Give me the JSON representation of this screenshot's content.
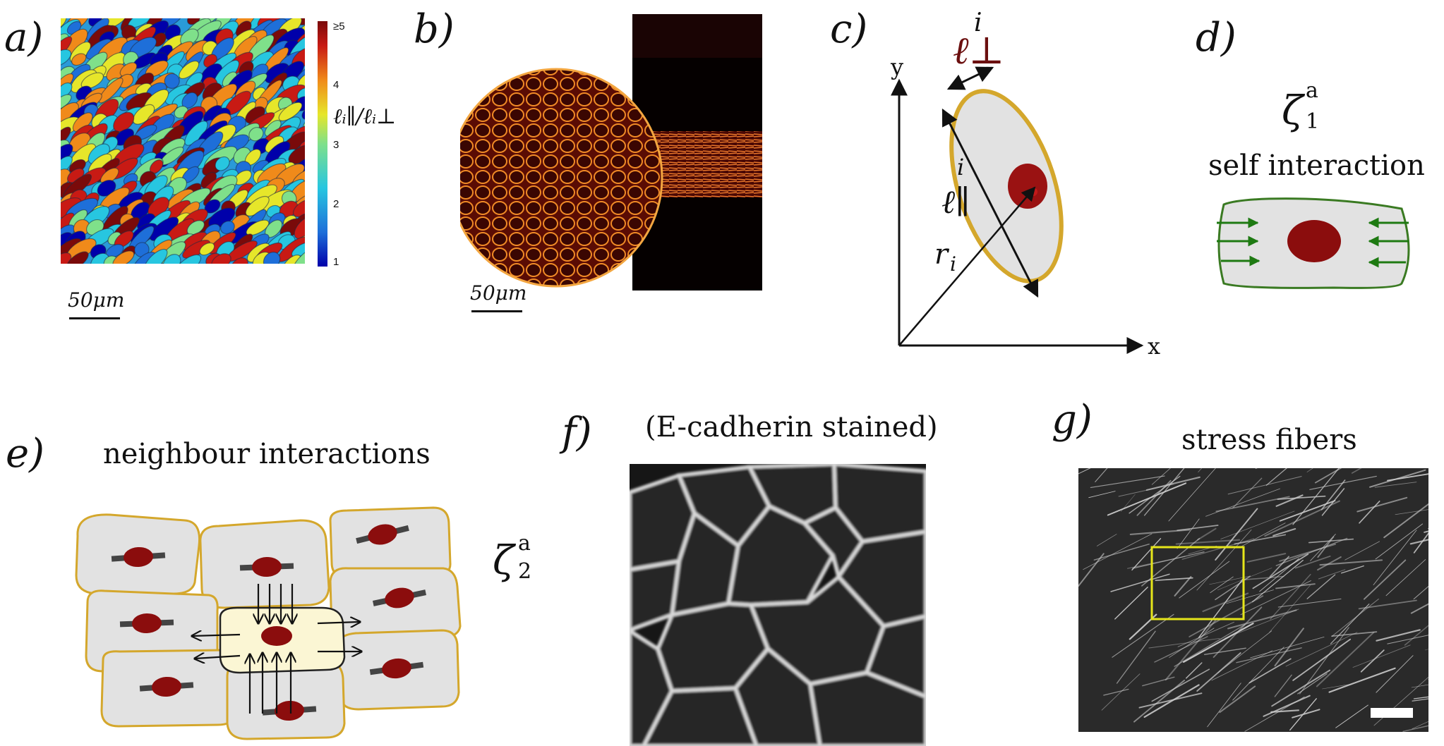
{
  "panels": {
    "a": {
      "label": "a)",
      "scale_bar": "50μm",
      "colorbar": {
        "ticks": [
          "≥5",
          "4",
          "3",
          "2",
          "1"
        ],
        "label": "ℓᵢ∥/ℓᵢ⊥",
        "colors": [
          "#0000aa",
          "#1e6fd9",
          "#27c6e0",
          "#7fe08a",
          "#e6e62a",
          "#f08a1a",
          "#c81a14",
          "#7a0a0a"
        ]
      }
    },
    "b": {
      "label": "b)",
      "scale_bar": "50μm"
    },
    "c": {
      "label": "c)",
      "axis_x": "x",
      "axis_y": "y",
      "ell_perp": "ℓ⊥",
      "ell_par": "ℓ∥",
      "ell_sup": "i",
      "r_label": "r",
      "r_sub": "i"
    },
    "d": {
      "label": "d)",
      "zeta": "ζ",
      "zeta_sup": "a",
      "zeta_sub": "1",
      "title": "self interaction"
    },
    "e": {
      "label": "e)",
      "title": "neighbour  interactions",
      "zeta": "ζ",
      "zeta_sup": "a",
      "zeta_sub": "2"
    },
    "f": {
      "label": "f)",
      "title": "(E-cadherin stained)"
    },
    "g": {
      "label": "g)",
      "title": "stress  fibers"
    },
    "colors": {
      "cell_fill": "#e2e2e2",
      "cell_outline": "#d4a72c",
      "nucleus": "#8b0d0d",
      "self_outline": "#3a7a22",
      "arrow_green": "#1e7a12",
      "highlight_cell": "#fbf6d4",
      "roi_box": "#e5e51a"
    }
  }
}
